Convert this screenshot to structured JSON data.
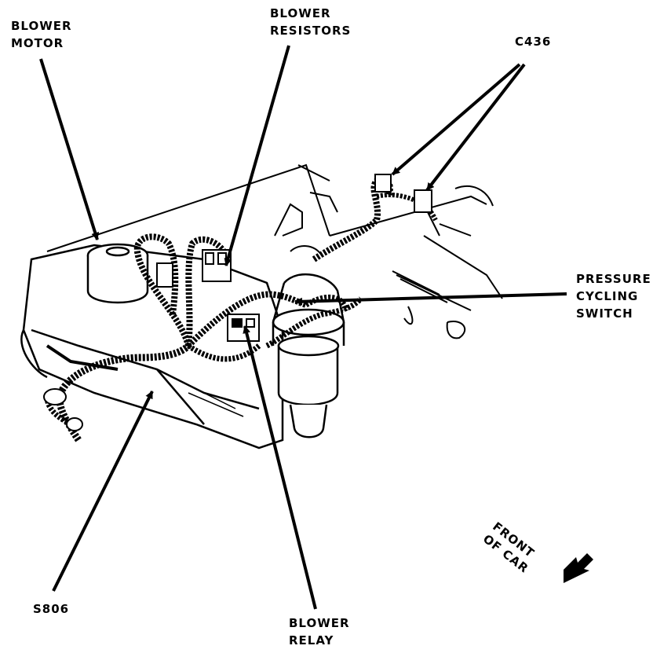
{
  "labels": {
    "blower_motor": [
      "BLOWER",
      "MOTOR"
    ],
    "blower_resistors": [
      "BLOWER",
      "RESISTORS"
    ],
    "c436": "C436",
    "pressure_cycling_switch": [
      "PRESSURE",
      "CYCLING",
      "SWITCH"
    ],
    "s806": "S806",
    "blower_relay": [
      "BLOWER",
      "RELAY"
    ],
    "front_of_car": [
      "FRONT",
      "OF CAR"
    ]
  },
  "colors": {
    "ink": "#000000",
    "paper": "#ffffff",
    "shade": "#e8e8e8"
  }
}
